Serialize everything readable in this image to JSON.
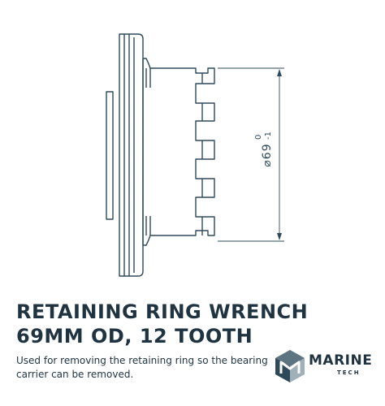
{
  "drawing": {
    "dimension_symbol": "⌀69",
    "tolerance_upper": "0",
    "tolerance_lower": "-1"
  },
  "title": {
    "line1": "RETAINING RING WRENCH",
    "line2": "69MM OD, 12 TOOTH"
  },
  "description": "Used for removing the retaining ring so the bearing carrier can be removed.",
  "brand": {
    "name": "MARINE",
    "sub": "TECH"
  },
  "colors": {
    "line": "#2e4a5a",
    "text": "#1f3340",
    "logo_light": "#9fb0b9"
  }
}
